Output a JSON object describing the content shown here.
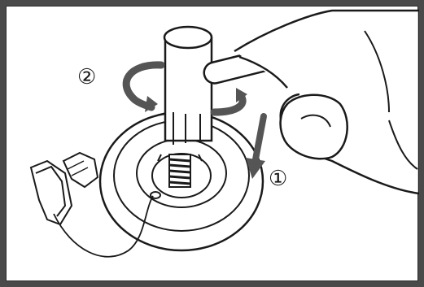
{
  "figure": {
    "steps": [
      {
        "number": "1",
        "glyph": "①",
        "action": "push-down"
      },
      {
        "number": "2",
        "glyph": "②",
        "action": "rotate"
      }
    ],
    "colors": {
      "frame": "#4a4a4a",
      "line": "#1a1a1a",
      "arrow": "#555555",
      "paper": "#ffffff"
    }
  }
}
